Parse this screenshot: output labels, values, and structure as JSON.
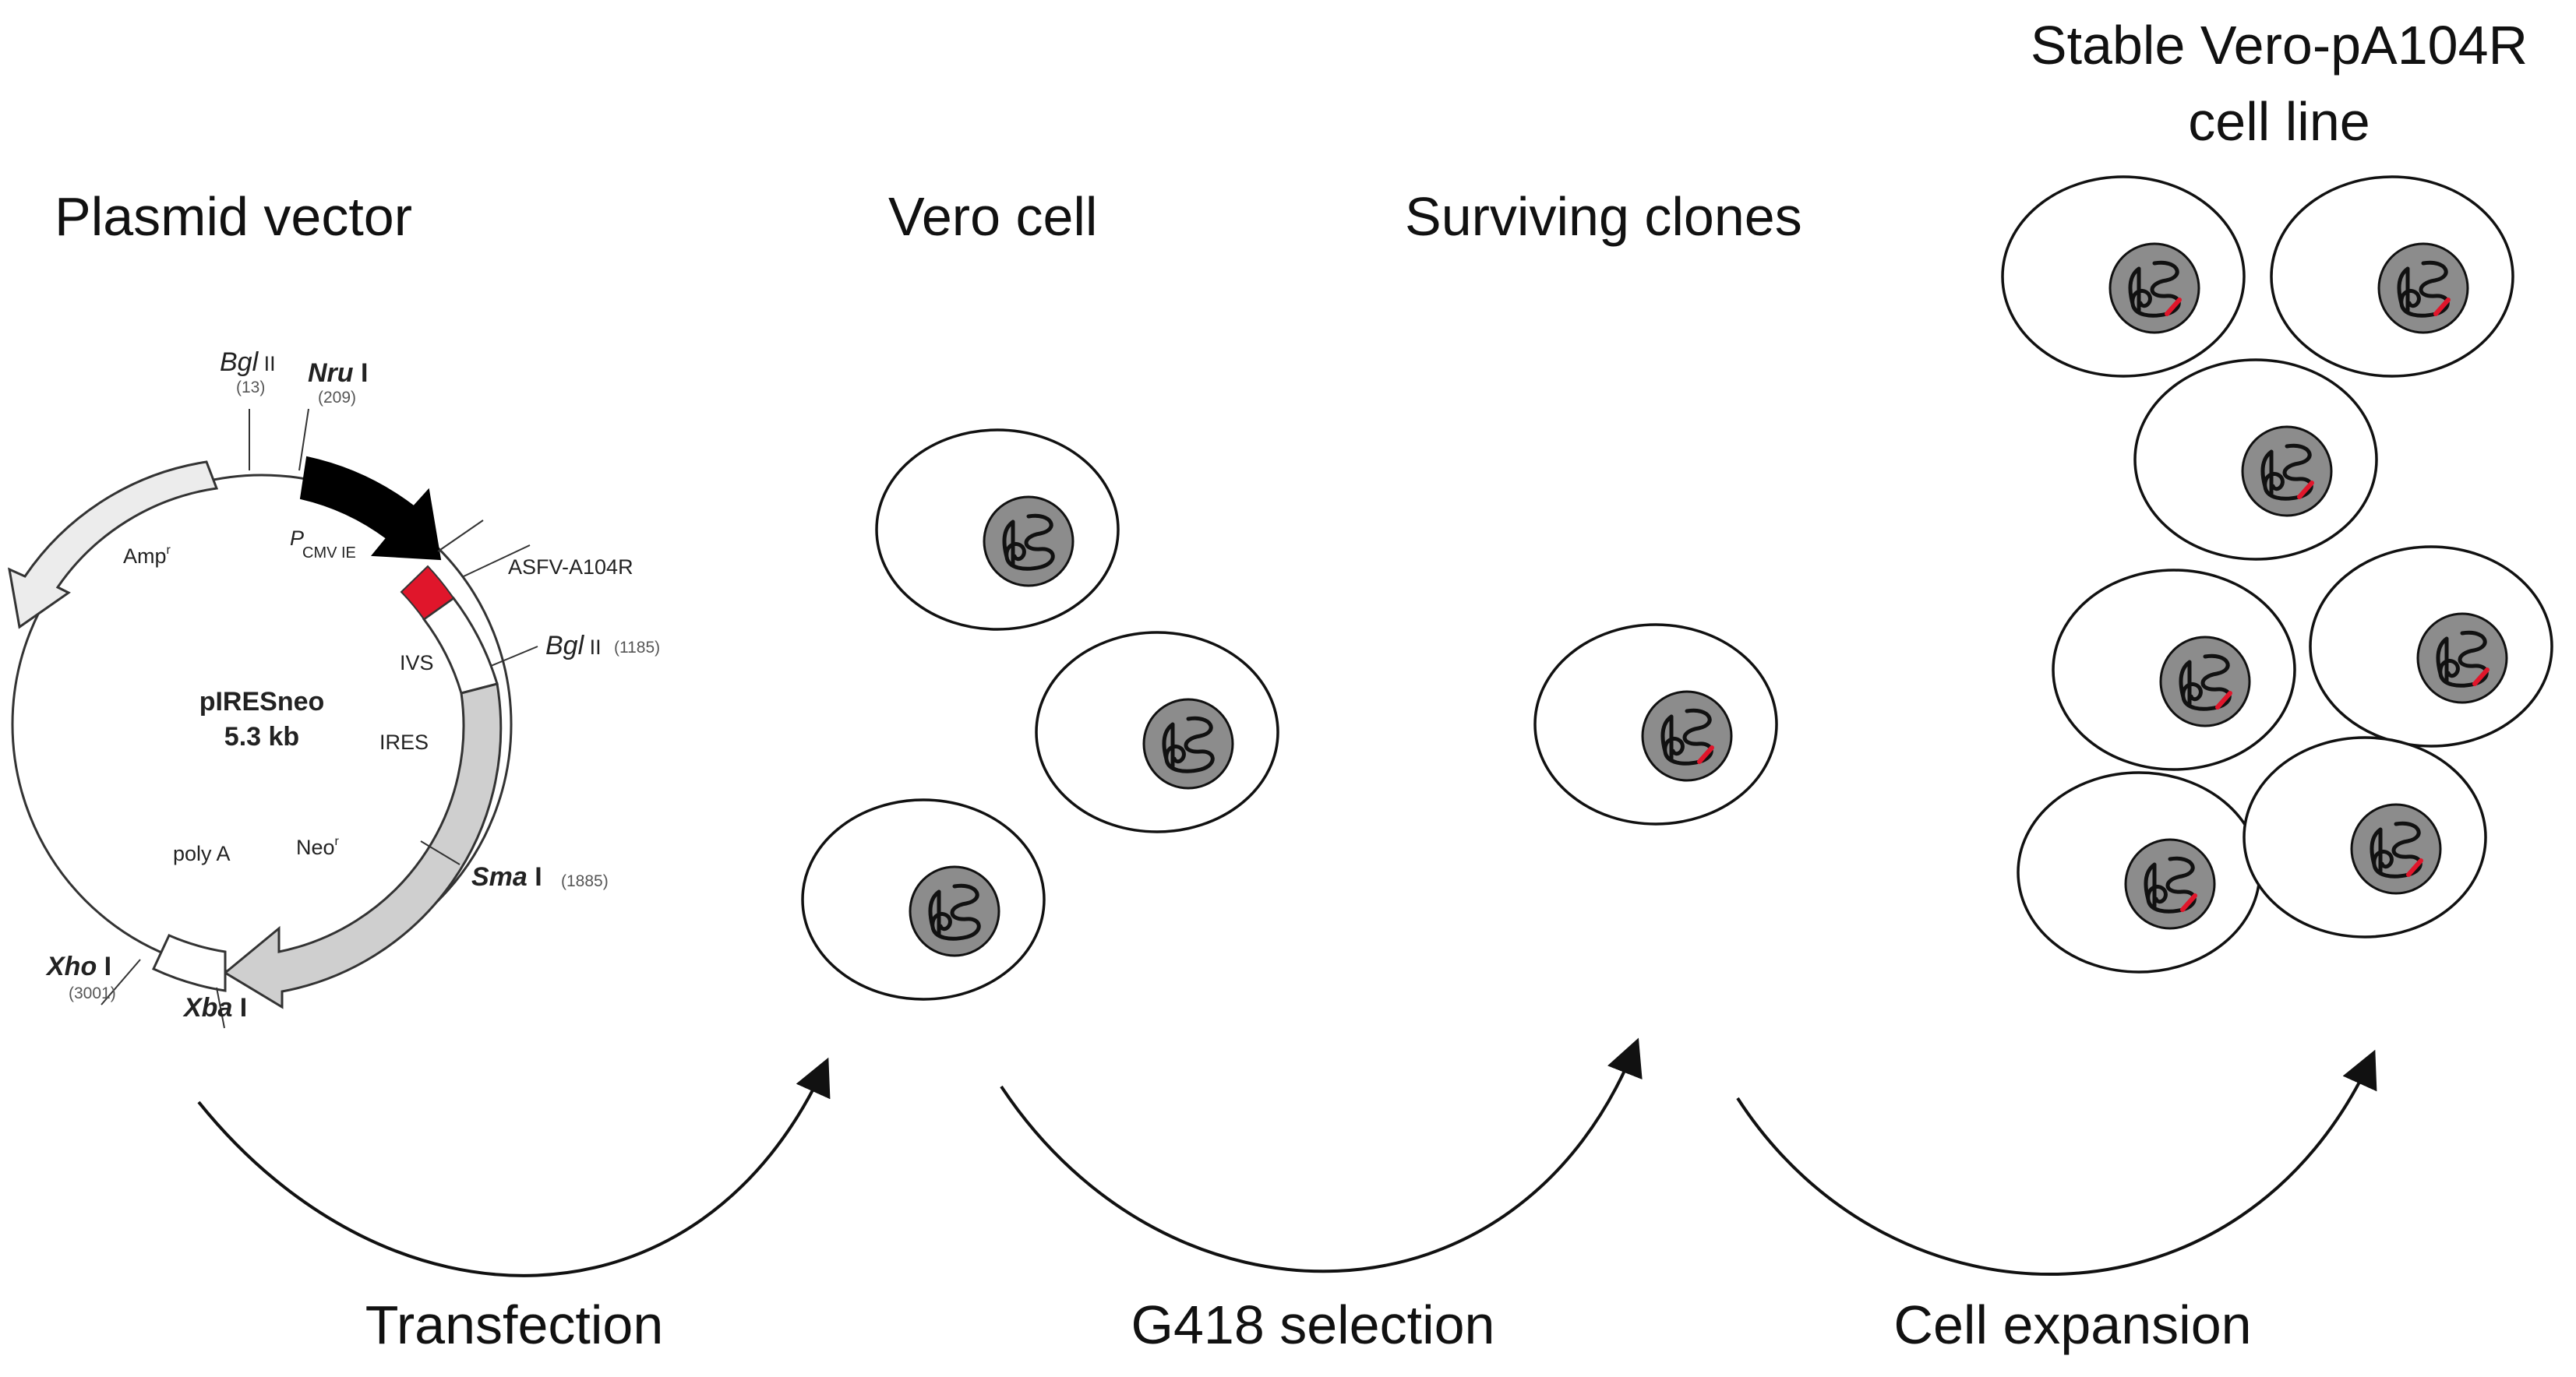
{
  "labels": {
    "plasmid_vector": "Plasmid vector",
    "vero_cell": "Vero cell",
    "surviving_clones": "Surviving clones",
    "stable_line_1": "Stable Vero-pA104R",
    "stable_line_2": "cell line",
    "transfection": "Transfection",
    "g418_selection": "G418 selection",
    "cell_expansion": "Cell expansion"
  },
  "plasmid": {
    "name": "pIRESneo",
    "size": "5.3 kb",
    "bglii_top_italic": "Bgl",
    "bglii_top_roman": " II",
    "bglii_top_pos": "(13)",
    "nrui_italic": "Nru",
    "nrui_roman": " I",
    "nrui_pos": "(209)",
    "pcmv_p": "P",
    "pcmv_sub": "CMV IE",
    "asfv": "ASFV-A104R",
    "bglii_right_italic": "Bgl",
    "bglii_right_roman": " II",
    "bglii_right_pos": "(1185)",
    "ivs": "IVS",
    "ires": "IRES",
    "amp": "Amp",
    "amp_sup": "r",
    "neo": "Neo",
    "neo_sup": "r",
    "polya": "poly A",
    "smai_italic": "Sma",
    "smai_roman": " I",
    "smai_pos": "(1885)",
    "xhoi_italic": "Xho",
    "xhoi_roman": " I",
    "xhoi_pos": "(3001)",
    "xbai_italic": "Xba",
    "xbai_roman": " I"
  },
  "colors": {
    "insert_red": "#e0162b",
    "nucleus_gray": "#8c8c8c",
    "orf_gray": "#cfcfcf",
    "amp_light": "#ececec",
    "promoter_black": "#000000"
  }
}
